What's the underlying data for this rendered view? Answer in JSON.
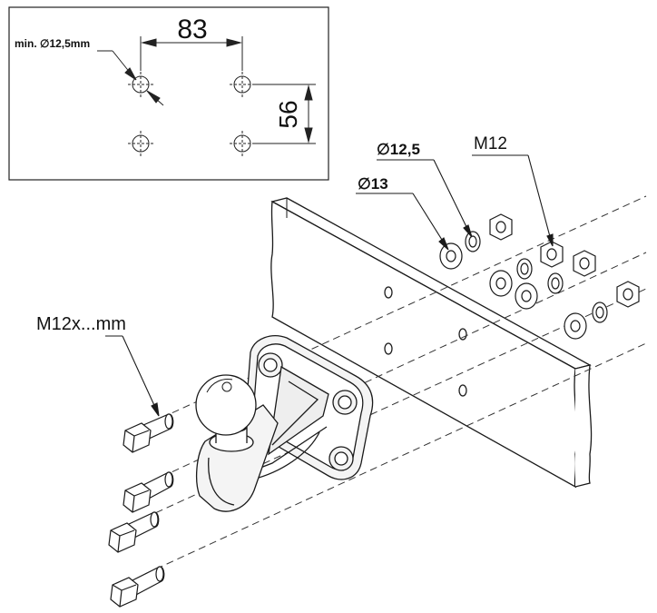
{
  "inset": {
    "hole_spacing_horizontal": "83",
    "hole_spacing_vertical": "56",
    "hole_diameter_label": "min. ∅12,5mm"
  },
  "labels": {
    "washer_outer": "∅13",
    "washer_spring": "∅12,5",
    "nut": "M12",
    "bolt": "M12x...mm"
  },
  "colors": {
    "line": "#1a1a1a",
    "fill": "#ffffff",
    "shade": "#e9e9e9"
  }
}
